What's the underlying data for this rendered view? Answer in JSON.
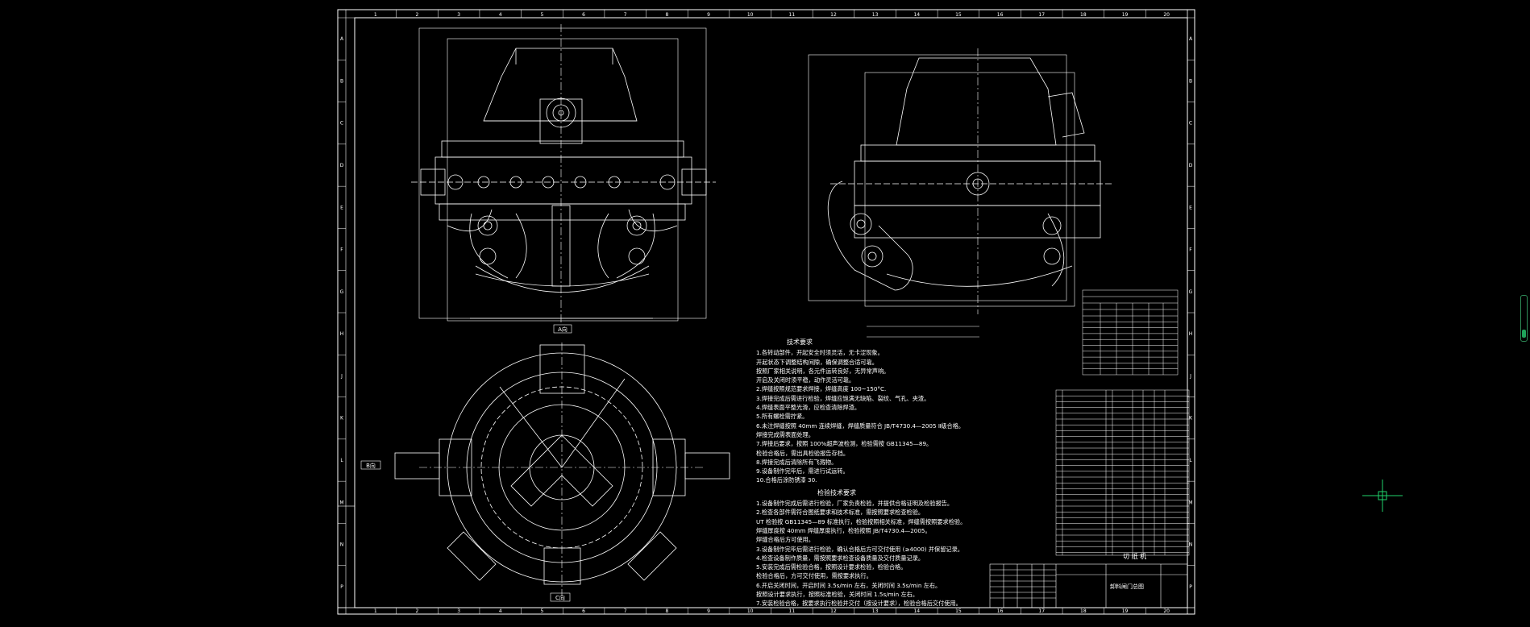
{
  "drawing": {
    "frame_col_numbers": [
      "1",
      "2",
      "3",
      "4",
      "5",
      "6",
      "7",
      "8",
      "9",
      "10",
      "11",
      "12",
      "13",
      "14",
      "15",
      "16",
      "17",
      "18",
      "19",
      "20"
    ],
    "frame_row_letters": [
      "A",
      "B",
      "C",
      "D",
      "E",
      "F",
      "G",
      "H",
      "J",
      "K",
      "L",
      "M",
      "N",
      "P"
    ],
    "labels": {
      "section_a": "A向",
      "section_b": "B向",
      "section_c": "C向"
    }
  },
  "notes": {
    "title_1": "技术要求",
    "items_1": [
      "1.各转动部件，开起安全时须灵活，无卡涩现象。",
      "   开起状态下调整结构间隙，确保调整合适可靠。",
      "   按照厂家相关说明，各元件运转良好，无异常声响。",
      "   开启及关闭时须平稳，动作灵活可靠。",
      "2.焊缝按照规范要求焊接，焊缝高度 100~150°C.",
      "3.焊接完成后需进行检验，焊缝应饱满无缺陷、裂纹、气孔、夹渣。",
      "4.焊缝表面平整光滑，应检查清除焊渣。",
      "5.所有螺栓需拧紧。",
      "6.未注焊缝按照 40mm 连续焊缝，焊缝质量符合 JB/T4730.4—2005 Ⅱ级合格。",
      "   焊接完成需表面处理。",
      "7.焊接后要求，按照 100%超声波检测，检验需按 GB11345—89。",
      "   检验合格后，需出具检验报告存档。",
      "8.焊接完成后清除所有飞溅物。",
      "9.设备制作完毕后，需进行试运转。",
      "10.合格后涂防锈漆 30."
    ],
    "title_2": "检验技术要求",
    "items_2": [
      "1.设备制作完成后需进行检验，厂家负责检验，并提供合格证明及检验报告。",
      "2.检查各部件需符合图纸要求和技术标准，需按照要求检查检验。",
      "   UT 检验按 GB11345—89 标准执行，检验按照相关标准，焊缝需按照要求检验。",
      "   焊缝厚度按 40mm 焊缝厚度执行，检验按照 JB/T4730.4—2005。",
      "   焊缝合格后方可使用。",
      "3.设备制作完毕后需进行检验，确认合格后方可交付使用 (≥4000) 并保留记录。",
      "4.检查设备制作质量，需按照要求检查设备质量及交付质量记录。",
      "5.安装完成后需检验合格，按照设计要求检验，检验合格。",
      "   检验合格后，方可交付使用，需按要求执行。",
      "6.开启关闭时间，开启时间 3.5s/min 左右，关闭时间 3.5s/min 左右。",
      "   按照设计要求执行，按照标准检验，关闭时间 1.5s/min 左右。",
      "7.安装检验合格，按要求执行检验并交付（按设计要求），检验合格后交付使用。"
    ]
  },
  "title_block": {
    "drawing_name": "卸料闸门总图",
    "company": "切 纸 机"
  },
  "ui": {
    "cursor": "crosshair-cursor",
    "scrollbar": "vertical-scrollbar"
  },
  "colors": {
    "background": "#000000",
    "lines": "#ffffff",
    "cursor": "#1fd36b"
  }
}
